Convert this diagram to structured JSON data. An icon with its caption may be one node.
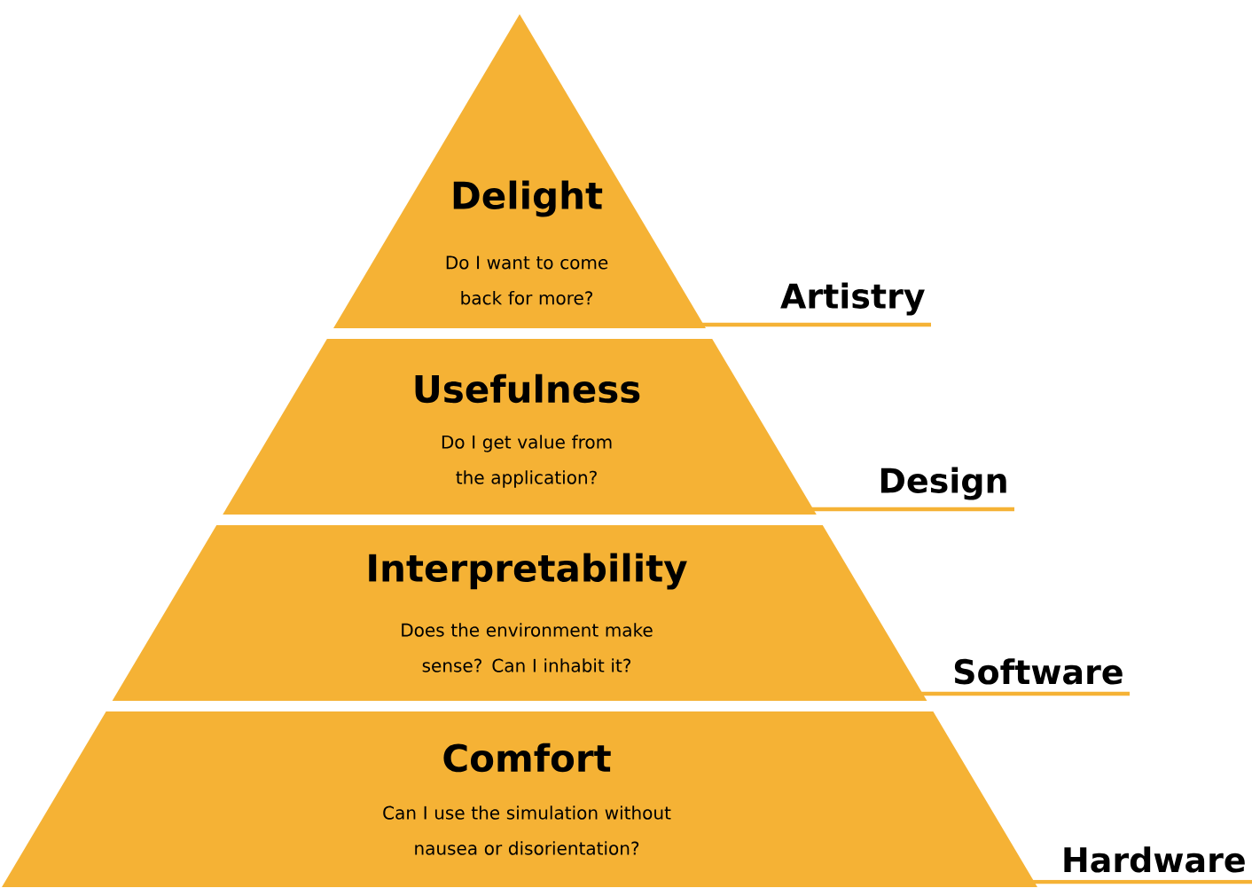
{
  "diagram": {
    "nodes": [
      {
        "text": [
          "Delight",
          "Do I want to come back for more?"
        ]
      },
      {
        "text": [
          "Usefulness",
          "Do I get value from the application?"
        ]
      },
      {
        "text": [
          "Interpretability",
          "Does the environment make sense? Can I inhabit it?"
        ]
      },
      {
        "text": [
          "Comfort",
          "Can I use the simulation without nausea or disorientation?"
        ]
      },
      {
        "text": [
          "Artistry"
        ]
      },
      {
        "text": [
          "Design"
        ]
      },
      {
        "text": [
          "Software"
        ]
      },
      {
        "text": [
          "Hardware"
        ]
      }
    ],
    "edges": [
      {
        "from": 0,
        "to": 4,
        "arrow": "none"
      },
      {
        "from": 1,
        "to": 5,
        "arrow": "none"
      },
      {
        "from": 2,
        "to": 6,
        "arrow": "none"
      },
      {
        "from": 3,
        "to": 7,
        "arrow": "none"
      }
    ]
  }
}
